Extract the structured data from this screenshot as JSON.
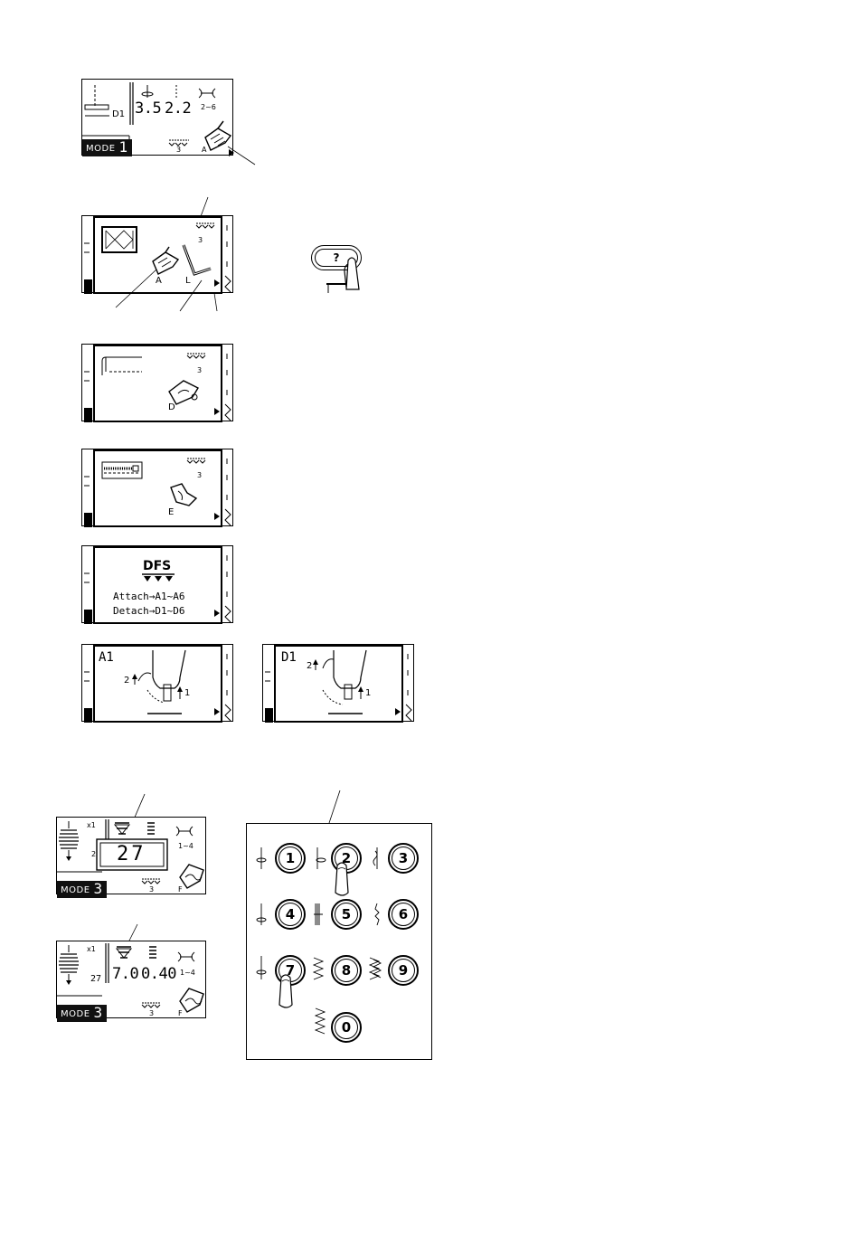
{
  "screen1": {
    "pattern": "D1",
    "width": "3.5",
    "length": "2.2",
    "tension": "2~6",
    "mode_label": "MODE",
    "mode_num": "1",
    "feed": "3",
    "foot": "A"
  },
  "screen2": {
    "feed": "3",
    "foot_a": "A",
    "foot_l": "L"
  },
  "help_key": {
    "label": "?"
  },
  "screen3": {
    "feed": "3",
    "foot": "D"
  },
  "screen4": {
    "feed": "3",
    "foot": "E"
  },
  "screen5": {
    "title": "DFS",
    "attach": "Attach→A1~A6",
    "detach": "Detach→D1~D6"
  },
  "screen6": {
    "label": "A1",
    "step2": "2",
    "step1": "1"
  },
  "screen7": {
    "label": "D1",
    "step2": "2",
    "step1": "1"
  },
  "screen8": {
    "x1": "x1",
    "value": "27",
    "tension": "1~4",
    "mode_label": "MODE",
    "mode_num": "3",
    "feed": "3",
    "foot": "F",
    "side": "2"
  },
  "screen9": {
    "x1": "x1",
    "pattern": "27",
    "width": "7.0",
    "length": "0.40",
    "tension": "1~4",
    "mode_label": "MODE",
    "mode_num": "3",
    "feed": "3",
    "foot": "F"
  },
  "keypad": {
    "keys": [
      "1",
      "2",
      "3",
      "4",
      "5",
      "6",
      "7",
      "8",
      "9",
      "0"
    ]
  }
}
